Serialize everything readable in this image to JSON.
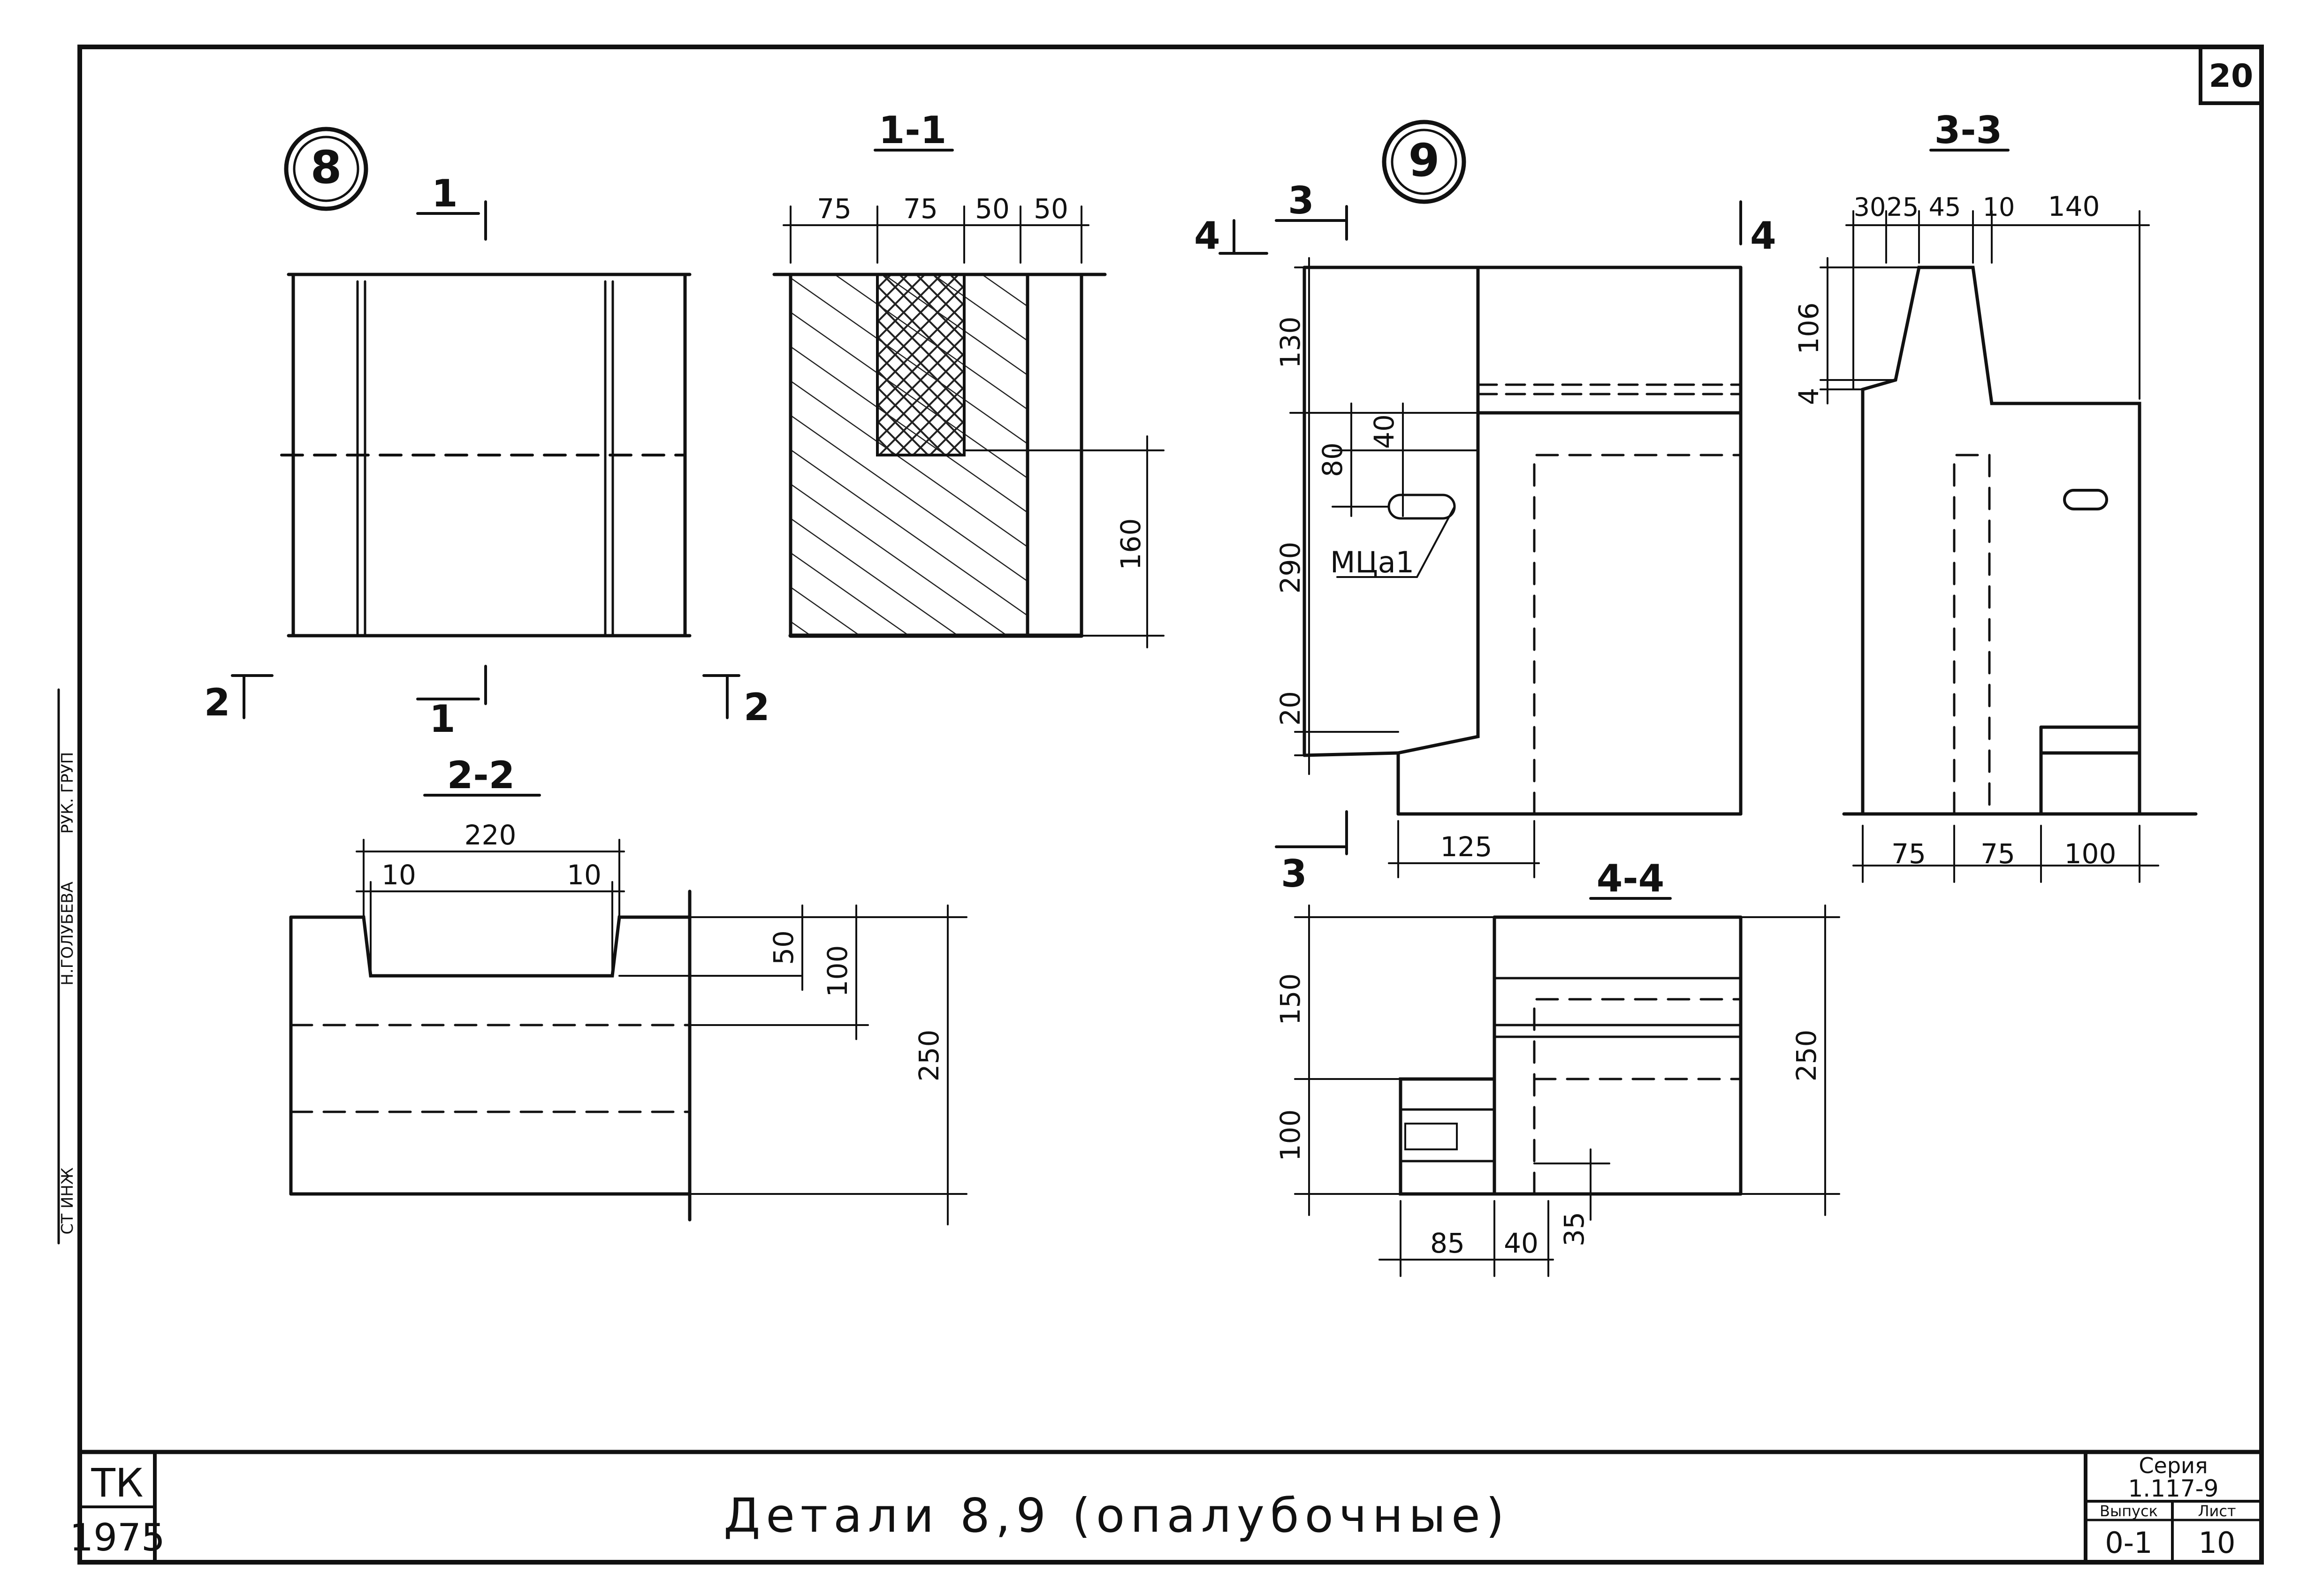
{
  "sheet": {
    "page_number": "20",
    "title": "Детали 8,9 (опалубочные)",
    "stamp": {
      "org": "ТК",
      "year": "1975"
    },
    "series_label": "Серия",
    "series": "1.117-9",
    "issue_label": "Выпуск",
    "issue": "0-1",
    "sheet_label": "Лист",
    "sheet_no": "10",
    "side_strip": [
      "СТ ИНЖ",
      "Н.ГОЛУБЕВА",
      "РУК. ГРУП"
    ]
  },
  "details": {
    "d8": "8",
    "d9": "9"
  },
  "sections": {
    "s11": "1-1",
    "s22": "2-2",
    "s33": "3-3",
    "s44": "4-4",
    "m1": "1",
    "m2": "2",
    "m3": "3",
    "m4": "4"
  },
  "dims": {
    "s11_75a": "75",
    "s11_75b": "75",
    "s11_50a": "50",
    "s11_50b": "50",
    "s11_160": "160",
    "s22_220": "220",
    "s22_10a": "10",
    "s22_10b": "10",
    "s22_50": "50",
    "s22_100": "100",
    "s22_250": "250",
    "d9_130": "130",
    "d9_80": "80",
    "d9_40": "40",
    "d9_290": "290",
    "d9_20": "20",
    "d9_125": "125",
    "s33_30": "30",
    "s33_25": "25",
    "s33_45": "45",
    "s33_10": "10",
    "s33_140": "140",
    "s33_106": "106",
    "s33_4": "4",
    "s33_75a": "75",
    "s33_75b": "75",
    "s33_100": "100",
    "s44_150": "150",
    "s44_100": "100",
    "s44_250": "250",
    "s44_85": "85",
    "s44_40": "40",
    "s44_35": "35"
  },
  "labels": {
    "embedded": "МЦа1"
  }
}
